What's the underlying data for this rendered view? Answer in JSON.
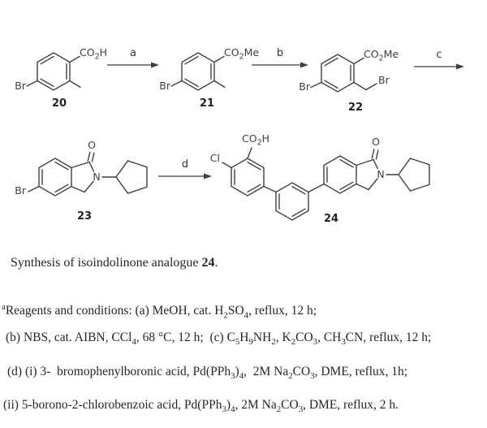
{
  "colors": {
    "ink": "#262626",
    "bond": "#3f3f3f"
  },
  "scheme": {
    "compounds": {
      "c20": {
        "number": "20",
        "labels": {
          "acid": [
            {
              "t": "CO"
            },
            {
              "t": "2",
              "s": "sub"
            },
            {
              "t": "H"
            }
          ],
          "br": "Br"
        }
      },
      "c21": {
        "number": "21",
        "labels": {
          "ester": [
            {
              "t": "CO"
            },
            {
              "t": "2",
              "s": "sub"
            },
            {
              "t": "Me"
            }
          ],
          "br": "Br"
        }
      },
      "c22": {
        "number": "22",
        "labels": {
          "ester": [
            {
              "t": "CO"
            },
            {
              "t": "2",
              "s": "sub"
            },
            {
              "t": "Me"
            }
          ],
          "br_ring": "Br",
          "br_methylene": "Br"
        }
      },
      "c23": {
        "number": "23",
        "labels": {
          "carbonyl_o": "O",
          "n": "N",
          "br": "Br"
        }
      },
      "c24": {
        "number": "24",
        "labels": {
          "acid": [
            {
              "t": "CO"
            },
            {
              "t": "2",
              "s": "sub"
            },
            {
              "t": "H"
            }
          ],
          "cl": "Cl",
          "carbonyl_o": "O",
          "n": "N"
        }
      }
    },
    "arrows": {
      "a": "a",
      "b": "b",
      "c": "c",
      "d": "d"
    }
  },
  "caption": {
    "title": [
      {
        "t": "Synthesis of isoindolinone analogue "
      },
      {
        "t": "24",
        "s": "b"
      },
      {
        "t": "."
      }
    ],
    "line_a": [
      {
        "t": "a",
        "s": "sup"
      },
      {
        "t": "Reagents and conditions: (a) MeOH, cat. H"
      },
      {
        "t": "2",
        "s": "sub"
      },
      {
        "t": "SO"
      },
      {
        "t": "4",
        "s": "sub"
      },
      {
        "t": ", reflux, 12 h;"
      }
    ],
    "line_bc": [
      {
        "t": "(b) NBS, cat. AIBN, CCl"
      },
      {
        "t": "4",
        "s": "sub"
      },
      {
        "t": ", 68 °C, 12 h;  (c) C"
      },
      {
        "t": "5",
        "s": "sub"
      },
      {
        "t": "H"
      },
      {
        "t": "9",
        "s": "sub"
      },
      {
        "t": "NH"
      },
      {
        "t": "2",
        "s": "sub"
      },
      {
        "t": ", K"
      },
      {
        "t": "2",
        "s": "sub"
      },
      {
        "t": "CO"
      },
      {
        "t": "3",
        "s": "sub"
      },
      {
        "t": ", CH"
      },
      {
        "t": "3",
        "s": "sub"
      },
      {
        "t": "CN, reflux, 12 h;"
      }
    ],
    "line_d": [
      {
        "t": "(d) (i) 3-  bromophenylboronic acid, Pd(PPh"
      },
      {
        "t": "3",
        "s": "sub"
      },
      {
        "t": ")"
      },
      {
        "t": "4",
        "s": "sub"
      },
      {
        "t": ",  2M Na"
      },
      {
        "t": "2",
        "s": "sub"
      },
      {
        "t": "CO"
      },
      {
        "t": "3",
        "s": "sub"
      },
      {
        "t": ", DME, reflux, 1h;"
      }
    ],
    "line_ii": [
      {
        "t": "(ii) 5-borono-2-chlorobenzoic acid, Pd(PPh"
      },
      {
        "t": "3",
        "s": "sub"
      },
      {
        "t": ")"
      },
      {
        "t": "4",
        "s": "sub"
      },
      {
        "t": ", 2M Na"
      },
      {
        "t": "2",
        "s": "sub"
      },
      {
        "t": "CO"
      },
      {
        "t": "3",
        "s": "sub"
      },
      {
        "t": ", DME, reflux, 2 h."
      }
    ]
  }
}
